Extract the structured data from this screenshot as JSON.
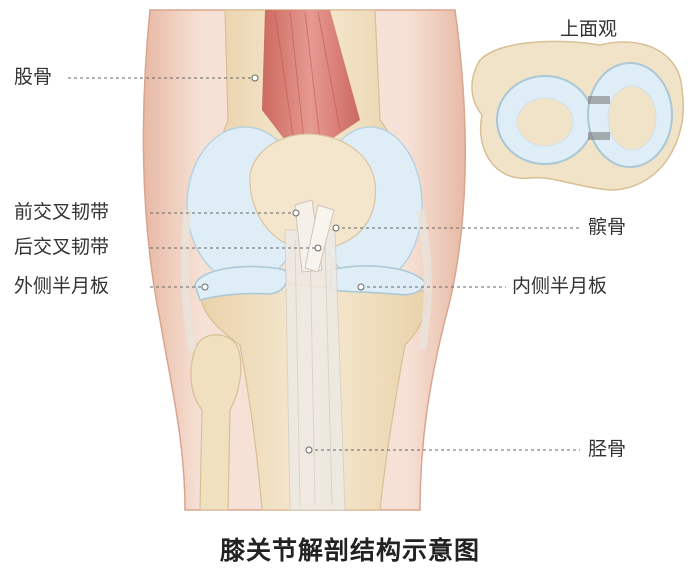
{
  "title": "膝关节解剖结构示意图",
  "inset_title": "上面观",
  "labels": {
    "femur": "股骨",
    "acl": "前交叉韧带",
    "pcl": "后交叉韧带",
    "lateral_meniscus": "外侧半月板",
    "patella": "髌骨",
    "medial_meniscus": "内侧半月板",
    "tibia": "胫骨"
  },
  "colors": {
    "skin": "#f2d6c6",
    "bone": "#f1e3c8",
    "cartilage": "#dfeef6",
    "ligament": "#eeeae4",
    "muscle": "#d8736a",
    "leader": "#666666"
  }
}
